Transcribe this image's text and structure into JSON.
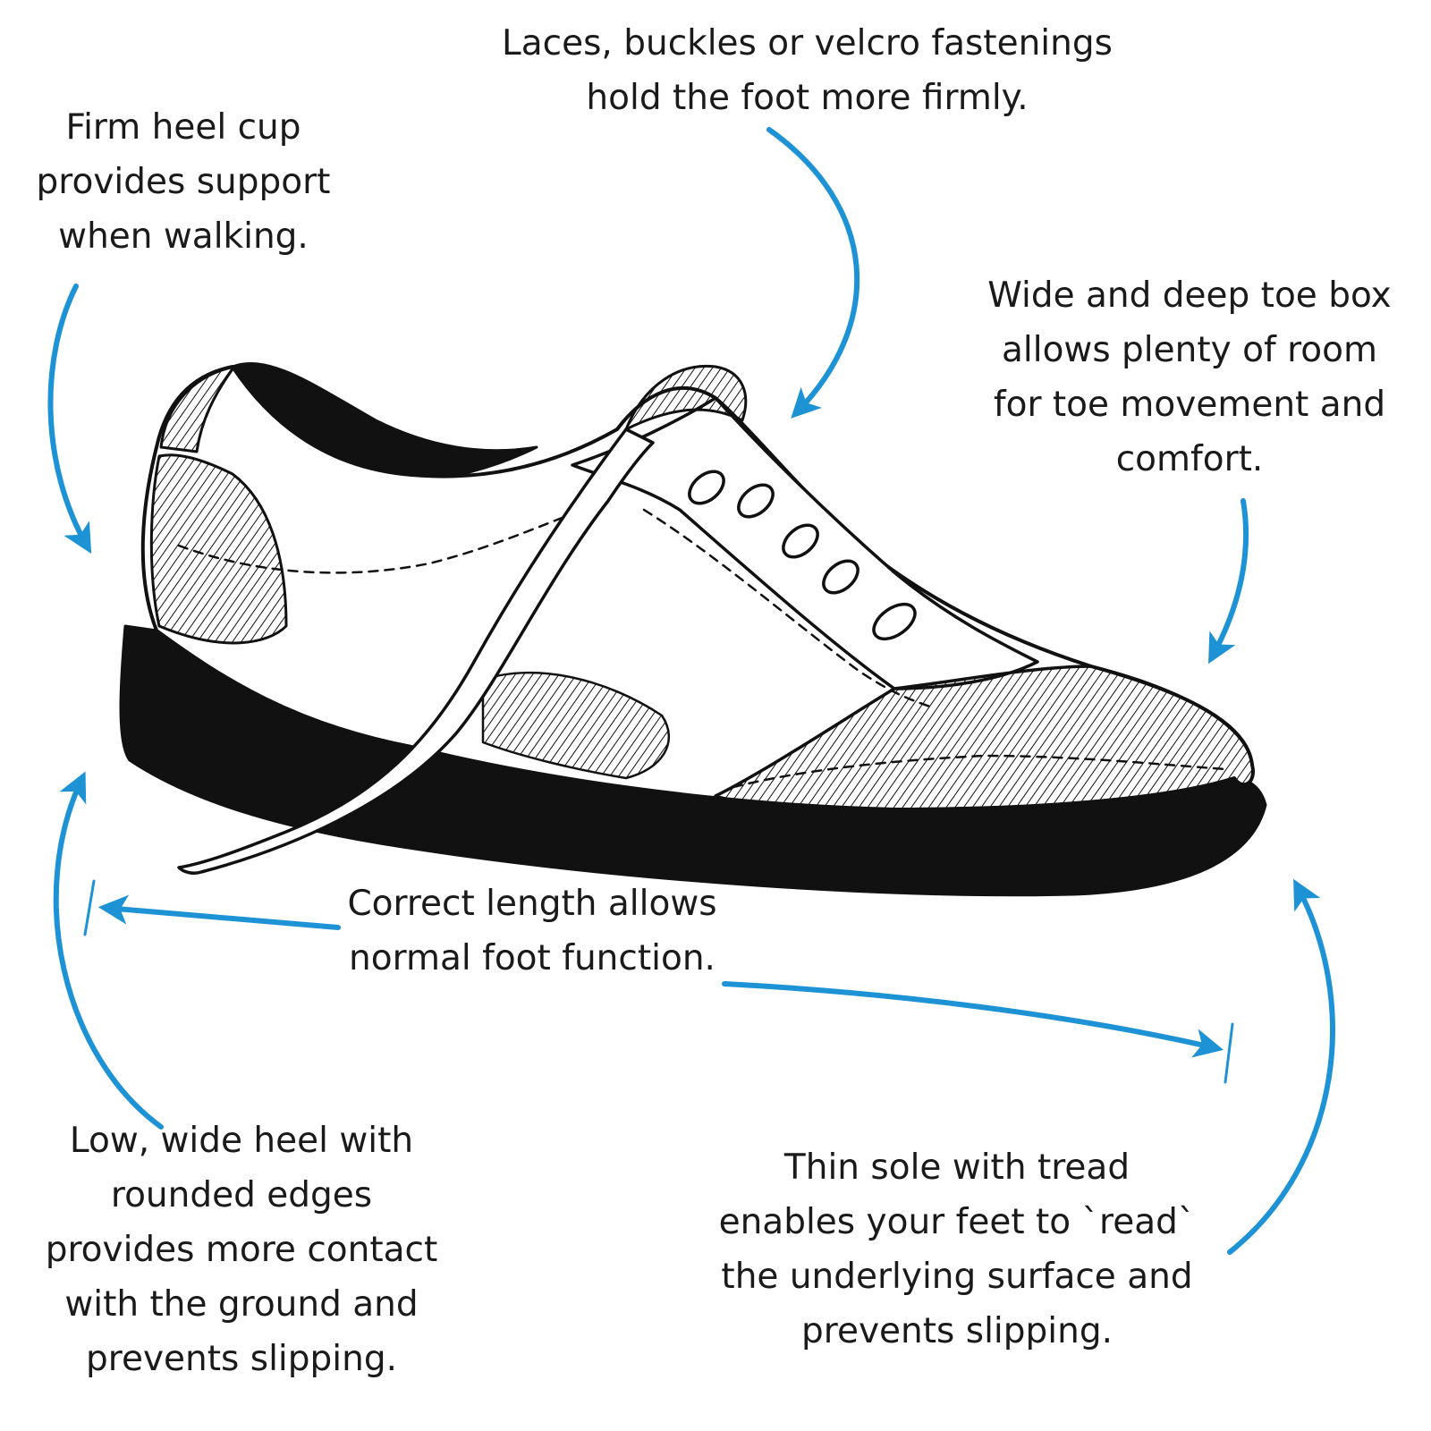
{
  "colors": {
    "arrow": "#1d93d6",
    "ink": "#111111",
    "text": "#1a1a1a"
  },
  "callouts": {
    "heel_cup": {
      "lines": [
        "Firm heel cup",
        "provides support",
        "when walking."
      ]
    },
    "fastenings": {
      "lines": [
        "Laces, buckles or velcro fastenings",
        "hold the foot more firmly."
      ]
    },
    "toe_box": {
      "lines": [
        "Wide and deep toe box",
        "allows plenty of room",
        "for toe movement and",
        "comfort."
      ]
    },
    "length": {
      "lines": [
        "Correct length allows",
        "normal foot function."
      ]
    },
    "heel_base": {
      "lines": [
        "Low, wide heel with",
        "rounded edges",
        "provides more contact",
        "with the ground and",
        "prevents slipping."
      ]
    },
    "sole": {
      "lines": [
        "Thin sole with tread",
        "enables your feet to `read`",
        "the underlying surface and",
        "prevents slipping."
      ]
    }
  }
}
